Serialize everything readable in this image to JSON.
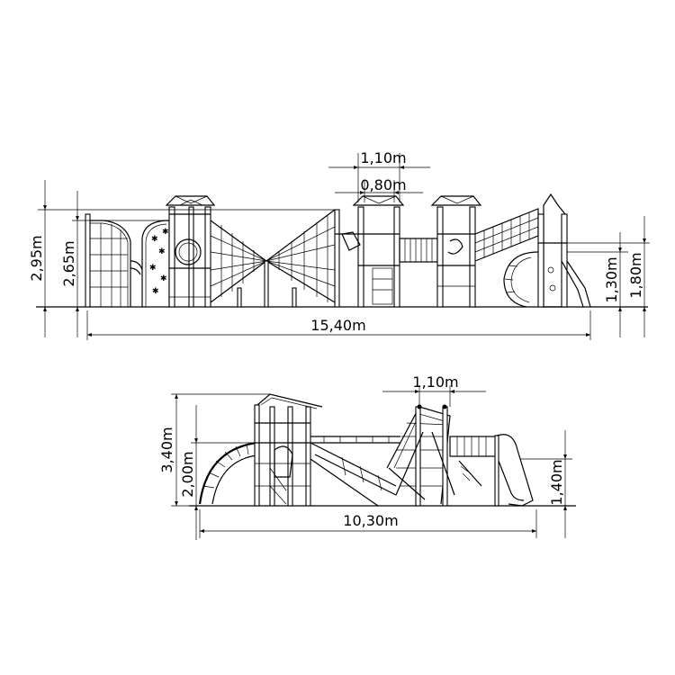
{
  "drawing": {
    "front_view": {
      "dims": {
        "top_width_outer": "1,10m",
        "top_width_inner": "0,80m",
        "total_height": "2,95m",
        "platform_height_high": "2,65m",
        "total_length": "15,40m",
        "right_height_low": "1,30m",
        "right_height_high": "1,80m"
      }
    },
    "side_view": {
      "dims": {
        "top_width": "1,10m",
        "total_height": "3,40m",
        "platform_height": "2,00m",
        "slide_height": "1,40m",
        "total_length": "10,30m"
      }
    }
  }
}
